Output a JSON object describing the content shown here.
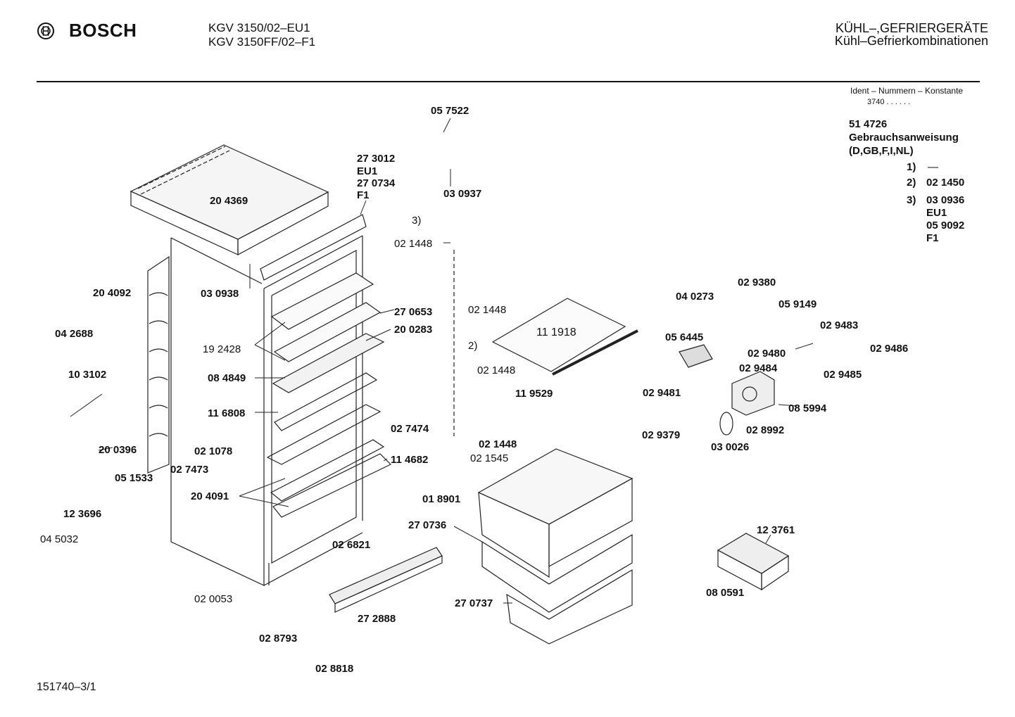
{
  "header": {
    "brand": "BOSCH",
    "model_lines": [
      "KGV 3150/02–EU1",
      "KGV 3150FF/02–F1"
    ],
    "category_lines": [
      "KÜHL–,GEFRIERGERÄTE",
      "Kühl–Gefrierkombinationen"
    ]
  },
  "ident": {
    "heading": "Ident – Nummern – Konstante",
    "value": "3740 . . . . . ."
  },
  "manual": {
    "part_number": "51 4726",
    "title": "Gebrauchsanweisung",
    "languages": "(D,GB,F,I,NL)"
  },
  "notes": [
    {
      "key": "1)",
      "lines": [
        "—"
      ]
    },
    {
      "key": "2)",
      "lines": [
        "02 1450"
      ]
    },
    {
      "key": "3)",
      "lines": [
        "03 0936",
        "EU1",
        "05 9092",
        "F1"
      ]
    }
  ],
  "parts": [
    {
      "id": "p0",
      "text": "05 7522",
      "bold": true
    },
    {
      "id": "p1",
      "text": "03 0937",
      "bold": true
    },
    {
      "id": "p2",
      "text": "27 3012",
      "bold": true
    },
    {
      "id": "p3",
      "text": "EU1",
      "bold": true
    },
    {
      "id": "p4",
      "text": "27 0734",
      "bold": true
    },
    {
      "id": "p5",
      "text": "F1",
      "bold": true
    },
    {
      "id": "p6",
      "text": "3)",
      "bold": false
    },
    {
      "id": "p7",
      "text": "20 4369",
      "bold": true
    },
    {
      "id": "p8",
      "text": "02 1448",
      "bold": false
    },
    {
      "id": "p9",
      "text": "03 0938",
      "bold": true
    },
    {
      "id": "p10",
      "text": "20 4092",
      "bold": true
    },
    {
      "id": "p11",
      "text": "27 0653",
      "bold": true
    },
    {
      "id": "p12",
      "text": "02 1448",
      "bold": false
    },
    {
      "id": "p13",
      "text": "20 0283",
      "bold": true
    },
    {
      "id": "p14",
      "text": "04 2688",
      "bold": true
    },
    {
      "id": "p15",
      "text": "19 2428",
      "bold": false
    },
    {
      "id": "p16",
      "text": "2)",
      "bold": false
    },
    {
      "id": "p17",
      "text": "02 1448",
      "bold": false
    },
    {
      "id": "p18",
      "text": "08 4849",
      "bold": true
    },
    {
      "id": "p19",
      "text": "10 3102",
      "bold": true
    },
    {
      "id": "p20",
      "text": "11 6808",
      "bold": true
    },
    {
      "id": "p21",
      "text": "02 7474",
      "bold": true
    },
    {
      "id": "p22",
      "text": "02 1078",
      "bold": true
    },
    {
      "id": "p23",
      "text": "20 0396",
      "bold": true
    },
    {
      "id": "p24",
      "text": "02 7473",
      "bold": true
    },
    {
      "id": "p25",
      "text": "02 1448",
      "bold": true
    },
    {
      "id": "p26",
      "text": "02 1545",
      "bold": false
    },
    {
      "id": "p27",
      "text": "11 4682",
      "bold": true
    },
    {
      "id": "p28",
      "text": "05 1533",
      "bold": true
    },
    {
      "id": "p29",
      "text": "20 4091",
      "bold": true
    },
    {
      "id": "p30",
      "text": "01 8901",
      "bold": true
    },
    {
      "id": "p31",
      "text": "12 3696",
      "bold": true
    },
    {
      "id": "p32",
      "text": "04 5032",
      "bold": false
    },
    {
      "id": "p33",
      "text": "27 0736",
      "bold": true
    },
    {
      "id": "p34",
      "text": "02 6821",
      "bold": true
    },
    {
      "id": "p35",
      "text": "02 0053",
      "bold": false
    },
    {
      "id": "p36",
      "text": "27 2888",
      "bold": true
    },
    {
      "id": "p37",
      "text": "02 8793",
      "bold": true
    },
    {
      "id": "p38",
      "text": "02 8818",
      "bold": true
    },
    {
      "id": "p39",
      "text": "27 0737",
      "bold": true
    },
    {
      "id": "p40",
      "text": "11 1918",
      "bold": false
    },
    {
      "id": "p41",
      "text": "11 9529",
      "bold": true
    },
    {
      "id": "p42",
      "text": "04 0273",
      "bold": true
    },
    {
      "id": "p43",
      "text": "02 9380",
      "bold": true
    },
    {
      "id": "p44",
      "text": "05 9149",
      "bold": true
    },
    {
      "id": "p45",
      "text": "02 9483",
      "bold": true
    },
    {
      "id": "p46",
      "text": "05 6445",
      "bold": true
    },
    {
      "id": "p47",
      "text": "02 9480",
      "bold": true
    },
    {
      "id": "p48",
      "text": "02 9486",
      "bold": true
    },
    {
      "id": "p49",
      "text": "02 9484",
      "bold": true
    },
    {
      "id": "p50",
      "text": "02 9485",
      "bold": true
    },
    {
      "id": "p51",
      "text": "02 9481",
      "bold": true
    },
    {
      "id": "p52",
      "text": "08 5994",
      "bold": true
    },
    {
      "id": "p53",
      "text": "02 9379",
      "bold": true
    },
    {
      "id": "p54",
      "text": "03 0026",
      "bold": true
    },
    {
      "id": "p55",
      "text": "02 8992",
      "bold": true
    },
    {
      "id": "p56",
      "text": "12 3761",
      "bold": true
    },
    {
      "id": "p57",
      "text": "08 0591",
      "bold": true
    }
  ],
  "footer": "151740–3/1"
}
